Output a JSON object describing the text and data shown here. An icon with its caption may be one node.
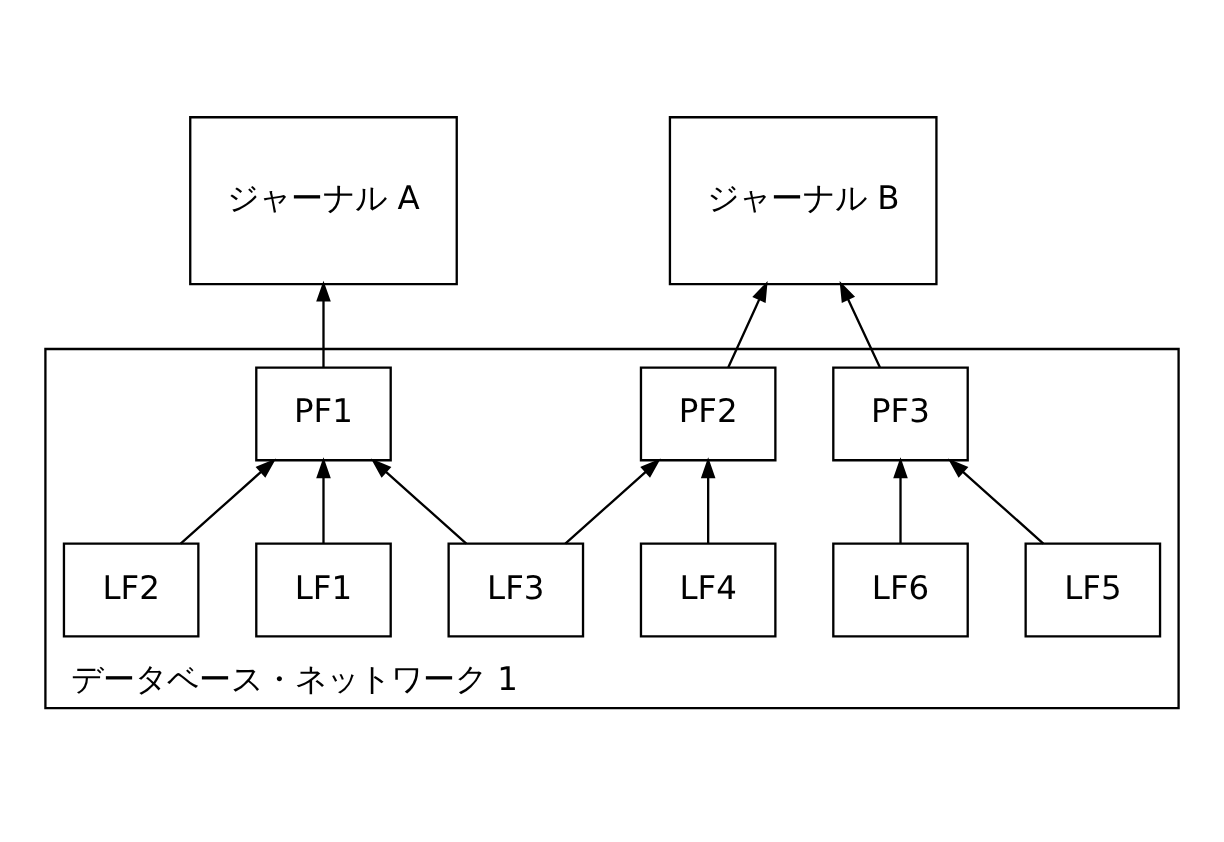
{
  "diagram": {
    "nodes": [
      {
        "text": [
          "ジャーナル A"
        ]
      },
      {
        "text": [
          "ジャーナル B"
        ]
      },
      {
        "text": [
          "データベース・ネットワーク 1"
        ]
      },
      {
        "text": [
          "PF1"
        ],
        "in": 2
      },
      {
        "text": [
          "PF2"
        ],
        "in": 2
      },
      {
        "text": [
          "PF3"
        ],
        "in": 2
      },
      {
        "text": [
          "LF1"
        ],
        "in": 2
      },
      {
        "text": [
          "LF2"
        ],
        "in": 2
      },
      {
        "text": [
          "LF3"
        ],
        "in": 2
      },
      {
        "text": [
          "LF4"
        ],
        "in": 2
      },
      {
        "text": [
          "LF5"
        ],
        "in": 2
      },
      {
        "text": [
          "LF6"
        ],
        "in": 2
      }
    ],
    "edges": [
      {
        "from": 3,
        "to": 0,
        "arrow": "to"
      },
      {
        "from": 4,
        "to": 1,
        "arrow": "to"
      },
      {
        "from": 5,
        "to": 1,
        "arrow": "to"
      },
      {
        "from": 6,
        "to": 3,
        "arrow": "to"
      },
      {
        "from": 7,
        "to": 3,
        "arrow": "to"
      },
      {
        "from": 8,
        "to": 3,
        "arrow": "to"
      },
      {
        "from": 8,
        "to": 4,
        "arrow": "to"
      },
      {
        "from": 9,
        "to": 4,
        "arrow": "to"
      },
      {
        "from": 10,
        "to": 5,
        "arrow": "to"
      },
      {
        "from": 11,
        "to": 5,
        "arrow": "to"
      }
    ]
  }
}
